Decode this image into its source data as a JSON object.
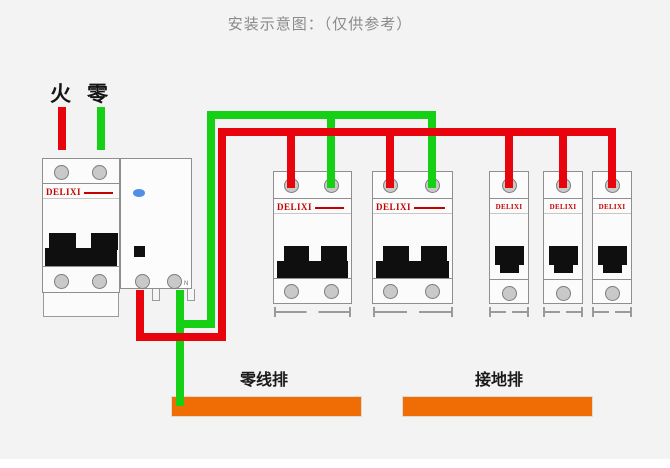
{
  "title": "安装示意图：（仅供参考）",
  "input_labels": {
    "live": "火",
    "neutral": "零"
  },
  "rcd": {
    "neutral_terminal": "N"
  },
  "bus_bars": {
    "neutral": "零线排",
    "ground": "接地排"
  },
  "devices": [
    {
      "type": "2-pole-main-breaker-with-rcd",
      "brand": "DELIXI",
      "poles": 2
    },
    {
      "type": "2-pole-breaker",
      "brand": "DELIXI",
      "poles": 2
    },
    {
      "type": "2-pole-breaker",
      "brand": "DELIXI",
      "poles": 2
    },
    {
      "type": "1-pole-breaker",
      "brand": "DELIXI",
      "poles": 1
    },
    {
      "type": "1-pole-breaker",
      "brand": "DELIXI",
      "poles": 1
    },
    {
      "type": "1-pole-breaker",
      "brand": "DELIXI",
      "poles": 1
    }
  ],
  "colors": {
    "live_wire": "#e8040c",
    "neutral_wire": "#16d016",
    "bus_bar": "#f06c04",
    "brand_red": "#c40000",
    "rcd_indicator": "#4f8fe8",
    "background": "#f3f3f3"
  },
  "connections": {
    "live_input_to": "main-breaker-pole-1",
    "neutral_input_to": "main-breaker-pole-2",
    "live_bus_feeds": [
      "breaker-2p-1",
      "breaker-2p-2",
      "breaker-1p-1",
      "breaker-1p-2",
      "breaker-1p-3"
    ],
    "neutral_bus_feeds": [
      "breaker-2p-1",
      "breaker-2p-2"
    ],
    "rcd_n_terminal_to": "neutral-bar",
    "ground_bar_connections": []
  }
}
